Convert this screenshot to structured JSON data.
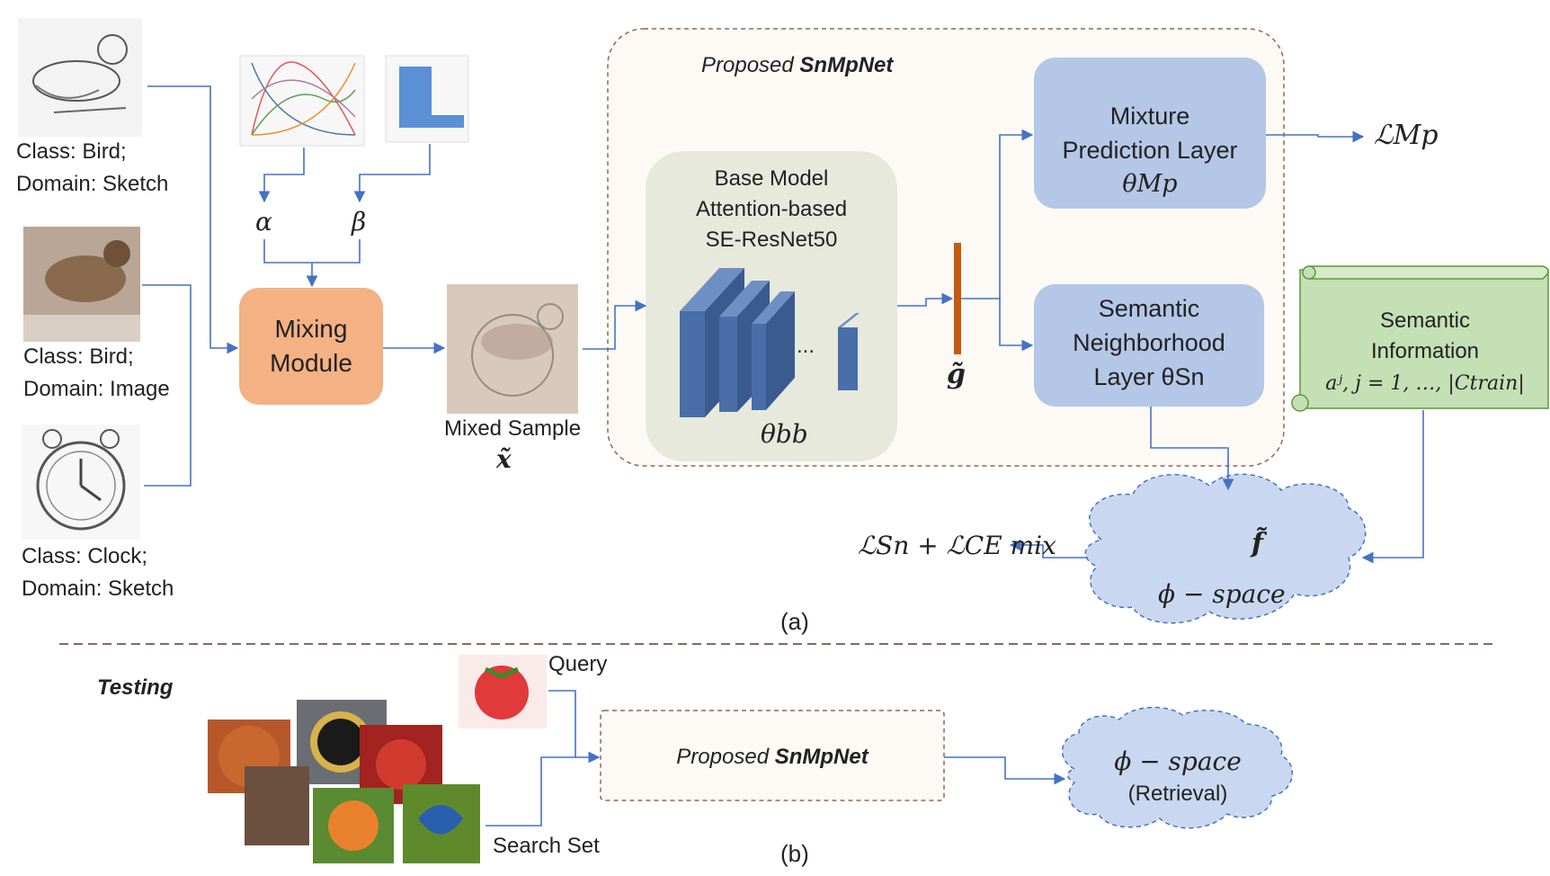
{
  "inputs": [
    {
      "class": "Class: Bird;",
      "domain": "Domain: Sketch"
    },
    {
      "class": "Class: Bird;",
      "domain": "Domain: Image"
    },
    {
      "class": "Class: Clock;",
      "domain": "Domain: Sketch"
    }
  ],
  "params": {
    "alpha": "α",
    "beta": "β"
  },
  "mixing_module": {
    "line1": "Mixing",
    "line2": "Module"
  },
  "mixed_sample": {
    "label": "Mixed Sample",
    "symbol": "x̃"
  },
  "proposed": {
    "prefix": "Proposed ",
    "name": "SnMpNet"
  },
  "base_model": {
    "line1": "Base Model",
    "line2": "Attention-based",
    "line3": "SE-ResNet50",
    "dots": "...",
    "theta": "θbb"
  },
  "g_symbol": "g̃",
  "mixture_layer": {
    "line1": "Mixture",
    "line2": "Prediction Layer",
    "theta": "θMp"
  },
  "semantic_layer": {
    "line1": "Semantic",
    "line2": "Neighborhood",
    "line3": "Layer θSn"
  },
  "loss_mp": "ℒMp",
  "semantic_info": {
    "line1": "Semantic",
    "line2": "Information",
    "line3": "aʲ, j = 1, …, |Ctrain|"
  },
  "f_symbol": "f̃",
  "phi_space": "ϕ − space",
  "loss_sn": "ℒSn + ℒCE mix",
  "caption_a": "(a)",
  "testing": {
    "title": "Testing",
    "query": "Query",
    "search_set": "Search Set",
    "proposed_prefix": "Proposed ",
    "proposed_name": "SnMpNet",
    "phi_space": "ϕ − space",
    "retrieval": "(Retrieval)"
  },
  "caption_b": "(b)",
  "colors": {
    "arrow": "#4472c4",
    "mixing": "#f4b183",
    "layer_box": "#b4c7e7",
    "base_bg": "#e6e9dc",
    "outer_bg": "#fdfaf5",
    "outer_border": "#8b6a55",
    "scroll": "#c5e0b4",
    "scroll_border": "#5a9a3a",
    "feature_bar": "#c55a11",
    "cube": "#4a6ea8",
    "cloud": "#c9d8f0"
  }
}
